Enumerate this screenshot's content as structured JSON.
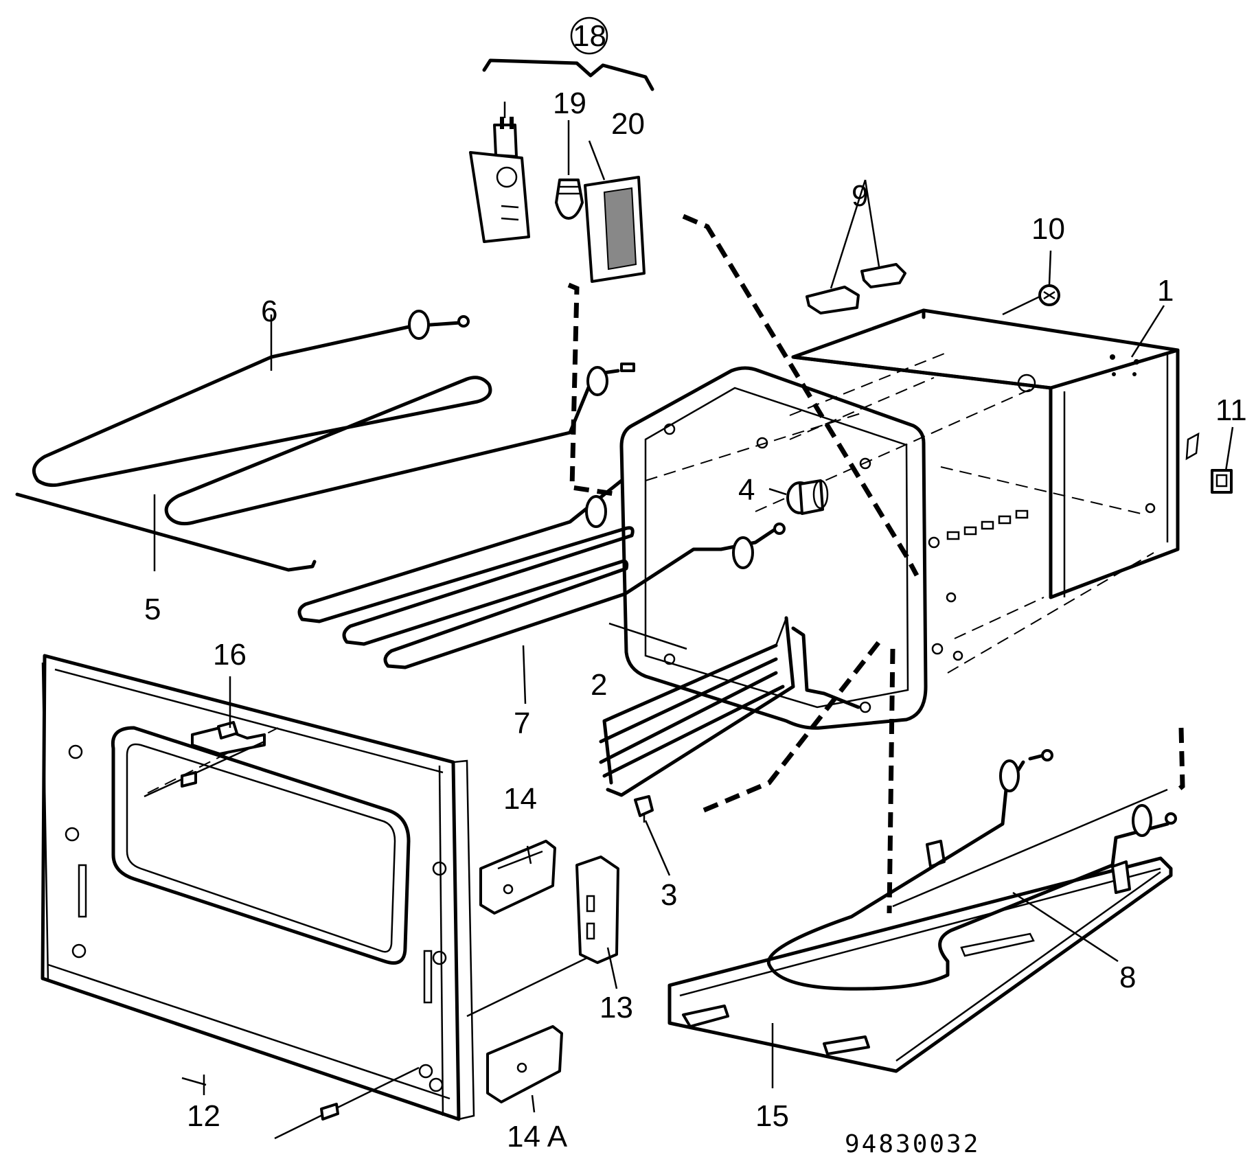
{
  "labels": {
    "l1": "1",
    "l2": "2",
    "l3": "3",
    "l4": "4",
    "l5": "5",
    "l6": "6",
    "l7": "7",
    "l8": "8",
    "l9": "9",
    "l10": "10",
    "l11": "11",
    "l12": "12",
    "l13": "13",
    "l14": "14",
    "l14a": "14 A",
    "l15": "15",
    "l16": "16",
    "l18": "18",
    "l19": "19",
    "l20": "20"
  },
  "drawing_number": "94830032"
}
